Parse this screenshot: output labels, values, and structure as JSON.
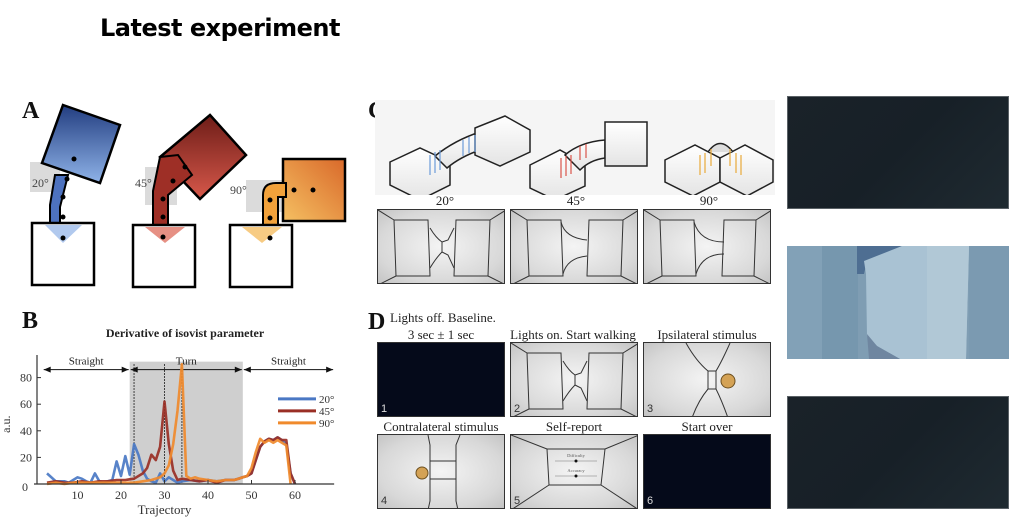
{
  "page": {
    "title": "Latest experiment"
  },
  "panel_a": {
    "letter": "A",
    "conditions": [
      {
        "angle_label": "20°",
        "color": "#3a5ea8"
      },
      {
        "angle_label": "45°",
        "color": "#8e2a22"
      },
      {
        "angle_label": "90°",
        "color": "#e07a2e"
      }
    ]
  },
  "panel_b": {
    "letter": "B"
  },
  "chart_data": {
    "type": "line",
    "title": "Derivative of isovist parameter",
    "xlabel": "Trajectory",
    "ylabel": "a.u.",
    "xlim": [
      0,
      69
    ],
    "ylim": [
      0,
      100
    ],
    "xticks": [
      10,
      20,
      30,
      40,
      50,
      60
    ],
    "yticks": [
      0,
      20,
      40,
      60,
      80
    ],
    "grid": false,
    "legend_position": "right",
    "shaded_region": {
      "x0": 22,
      "x1": 48,
      "label": "Turn",
      "color": "#cfcfcf"
    },
    "segments": [
      {
        "label": "Straight",
        "x0": 2,
        "x1": 22
      },
      {
        "label": "Turn",
        "x0": 22,
        "x1": 48
      },
      {
        "label": "Straight",
        "x0": 48,
        "x1": 69
      }
    ],
    "peak_markers": [
      23,
      30,
      34
    ],
    "series": [
      {
        "name": "20°",
        "color": "#4a78c4",
        "x": [
          3,
          5,
          7,
          8,
          9,
          10,
          11,
          12,
          13,
          14,
          15,
          16,
          17,
          18,
          19,
          20,
          21,
          22,
          23,
          24,
          25,
          26,
          27,
          28,
          29,
          30,
          31,
          32,
          33,
          34,
          36,
          38,
          40,
          42,
          44,
          46,
          47,
          48,
          49,
          50,
          51,
          52,
          53,
          54,
          55,
          56,
          57,
          58,
          59,
          60
        ],
        "y": [
          8,
          2,
          2,
          1,
          3,
          5,
          4,
          2,
          1,
          8,
          2,
          1,
          2,
          3,
          17,
          6,
          21,
          7,
          30,
          22,
          10,
          4,
          2,
          1,
          8,
          2,
          5,
          3,
          1,
          2,
          3,
          2,
          3,
          2,
          3,
          3,
          4,
          5,
          6,
          8,
          18,
          28,
          32,
          34,
          33,
          35,
          33,
          30,
          8,
          0
        ]
      },
      {
        "name": "45°",
        "color": "#9a2f25",
        "x": [
          3,
          5,
          7,
          9,
          11,
          13,
          15,
          17,
          19,
          21,
          23,
          25,
          26,
          27,
          28,
          29,
          30,
          31,
          32,
          33,
          34,
          36,
          38,
          40,
          42,
          44,
          46,
          47,
          48,
          49,
          50,
          51,
          52,
          53,
          54,
          55,
          56,
          57,
          58,
          59,
          60
        ],
        "y": [
          1,
          2,
          1,
          1,
          2,
          1,
          2,
          2,
          3,
          3,
          4,
          8,
          12,
          22,
          18,
          28,
          62,
          30,
          10,
          3,
          4,
          3,
          2,
          3,
          1,
          3,
          3,
          4,
          5,
          6,
          8,
          18,
          28,
          32,
          34,
          33,
          35,
          33,
          33,
          8,
          0
        ]
      },
      {
        "name": "90°",
        "color": "#f08a2c",
        "x": [
          3,
          5,
          7,
          9,
          11,
          13,
          15,
          17,
          19,
          21,
          23,
          25,
          27,
          29,
          30,
          31,
          32,
          33,
          34,
          35,
          36,
          37,
          38,
          40,
          42,
          44,
          46,
          47,
          48,
          49,
          50,
          51,
          52,
          53,
          54,
          55,
          56,
          57,
          58,
          59
        ],
        "y": [
          0,
          1,
          0,
          1,
          1,
          1,
          1,
          1,
          1,
          1,
          1,
          2,
          3,
          5,
          8,
          14,
          30,
          55,
          90,
          6,
          4,
          5,
          4,
          3,
          2,
          3,
          3,
          4,
          5,
          6,
          12,
          24,
          34,
          31,
          33,
          31,
          33,
          31,
          29,
          0
        ]
      }
    ]
  },
  "panel_c": {
    "letter": "C",
    "angles": [
      "20°",
      "45°",
      "90°"
    ]
  },
  "panel_d": {
    "letter": "D",
    "steps": [
      {
        "number": "1",
        "title_line1": "Lights off. Baseline.",
        "title_line2": "3 sec ± 1 sec",
        "screen": "dark"
      },
      {
        "number": "2",
        "title_line1": "Lights on. Start walking",
        "title_line2": "",
        "screen": "corridor"
      },
      {
        "number": "3",
        "title_line1": "Ipsilateral stimulus",
        "title_line2": "",
        "screen": "ipsilateral"
      },
      {
        "number": "4",
        "title_line1": "Contralateral stimulus",
        "title_line2": "",
        "screen": "contralateral"
      },
      {
        "number": "5",
        "title_line1": "Self-report",
        "title_line2": "",
        "screen": "report",
        "scales": [
          "Difficulty",
          "Accuracy"
        ]
      },
      {
        "number": "6",
        "title_line1": "Start over",
        "title_line2": "",
        "screen": "dark"
      }
    ],
    "stimulus_color": "#d4a255"
  },
  "vr_frames": [
    {
      "state": "dark"
    },
    {
      "state": "corridor-view"
    },
    {
      "state": "dark"
    }
  ]
}
